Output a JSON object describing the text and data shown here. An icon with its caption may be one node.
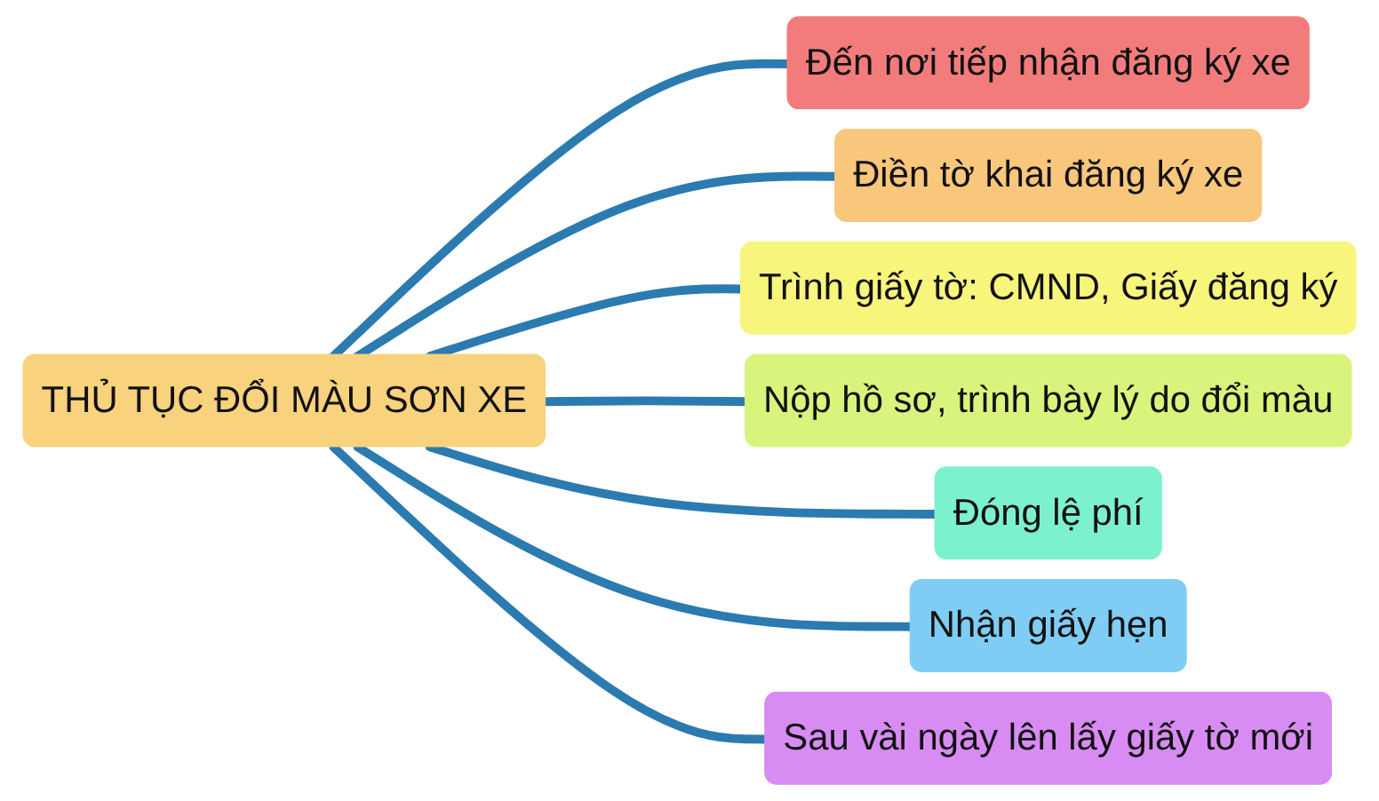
{
  "diagram": {
    "nodes": [
      {
        "text": [
          "THỦ TỤC ĐỔI MÀU SƠN XE"
        ]
      },
      {
        "text": [
          "Đến nơi tiếp nhận đăng ký xe"
        ]
      },
      {
        "text": [
          "Điền tờ khai đăng ký xe"
        ]
      },
      {
        "text": [
          "Trình giấy tờ: CMND, Giấy đăng ký"
        ]
      },
      {
        "text": [
          "Nộp hồ sơ, trình bày lý do đổi màu"
        ]
      },
      {
        "text": [
          "Đóng lệ phí"
        ]
      },
      {
        "text": [
          "Nhận giấy hẹn"
        ]
      },
      {
        "text": [
          "Sau vài ngày lên lấy giấy tờ mới"
        ]
      }
    ],
    "edges": [
      {
        "from": 0,
        "to": 1,
        "arrow": "none"
      },
      {
        "from": 0,
        "to": 2,
        "arrow": "none"
      },
      {
        "from": 0,
        "to": 3,
        "arrow": "none"
      },
      {
        "from": 0,
        "to": 4,
        "arrow": "none"
      },
      {
        "from": 0,
        "to": 5,
        "arrow": "none"
      },
      {
        "from": 0,
        "to": 6,
        "arrow": "none"
      },
      {
        "from": 0,
        "to": 7,
        "arrow": "none"
      }
    ]
  }
}
